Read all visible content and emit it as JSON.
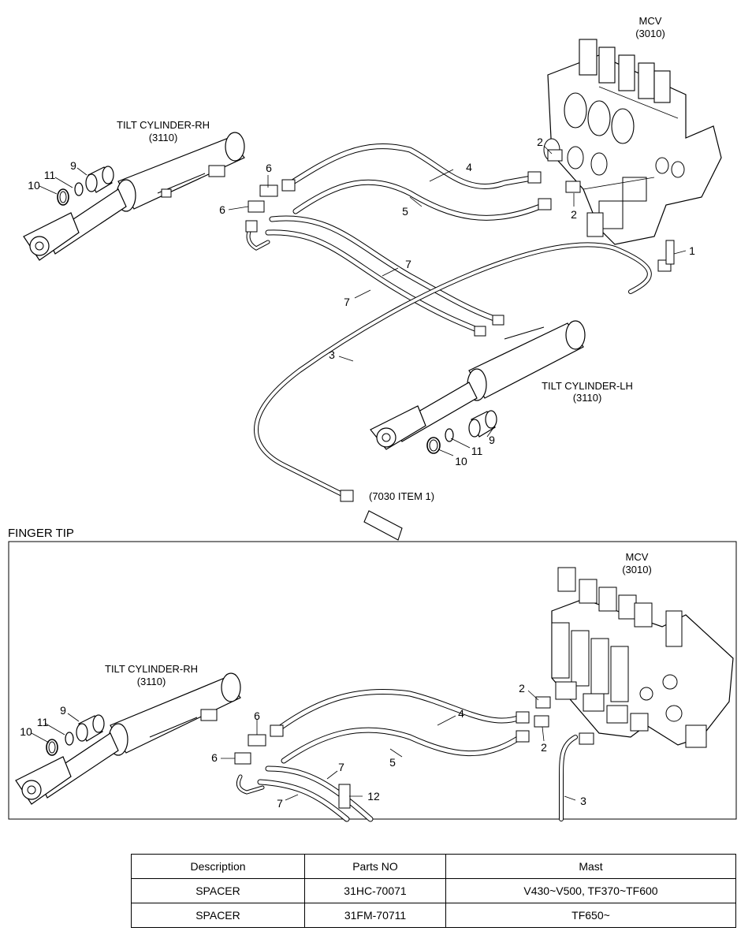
{
  "labels": {
    "mcv": "MCV",
    "mcv_code": "(3010)",
    "tilt_rh": "TILT CYLINDER-RH",
    "tilt_lh": "TILT CYLINDER-LH",
    "cyl_code": "(3110)",
    "ref_7030": "(7030 ITEM 1)",
    "section_title": "FINGER TIP"
  },
  "callouts": {
    "n1": "1",
    "n2": "2",
    "n3": "3",
    "n4": "4",
    "n5": "5",
    "n6": "6",
    "n7": "7",
    "n9": "9",
    "n10": "10",
    "n11": "11",
    "n12": "12"
  },
  "table": {
    "headers": [
      "Description",
      "Parts NO",
      "Mast"
    ],
    "rows": [
      [
        "SPACER",
        "31HC-70071",
        "V430~V500, TF370~TF600"
      ],
      [
        "SPACER",
        "31FM-70711",
        "TF650~"
      ]
    ]
  }
}
